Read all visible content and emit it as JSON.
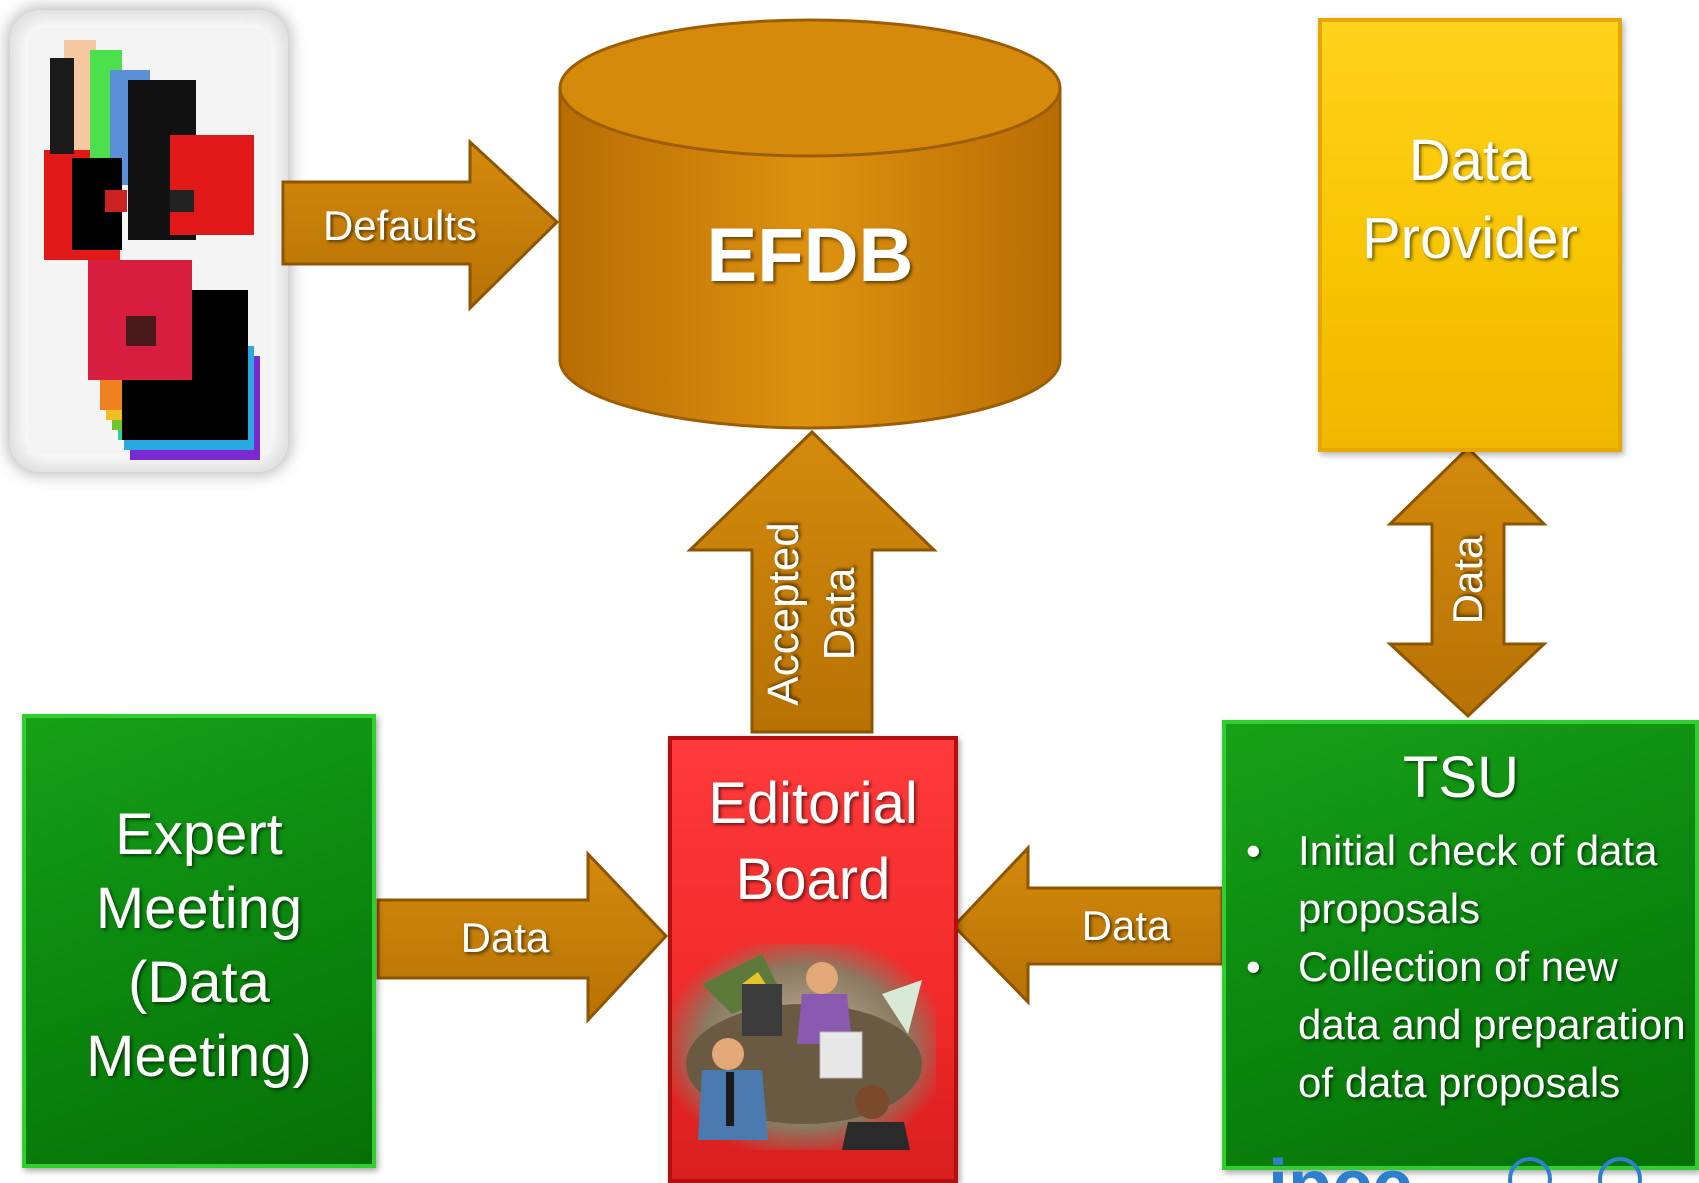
{
  "nodes": {
    "efdb": "EFDB",
    "data_provider": [
      "Data",
      "Provider"
    ],
    "expert_meeting": [
      "Expert",
      "Meeting",
      "(Data",
      "Meeting)"
    ],
    "editorial_board": [
      "Editorial",
      "Board"
    ],
    "tsu": {
      "title": "TSU",
      "bullets": [
        [
          "Initial check of data",
          "proposals"
        ],
        [
          "Collection of new",
          "data and preparation",
          "of data proposals"
        ]
      ]
    }
  },
  "arrows": {
    "defaults": "Defaults",
    "accepted_data": [
      "Accepted",
      "Data"
    ],
    "provider_tsu": "Data",
    "expert_to_board": "Data",
    "tsu_to_board": "Data"
  },
  "colors": {
    "arrow": "#c67d08",
    "cylinder": "#d4870c",
    "green": "#0c8a10",
    "red": "#f12a2a",
    "yellow": "#f7c400",
    "logo": "#2d7fd0"
  },
  "logo": {
    "text": "ipcc"
  }
}
